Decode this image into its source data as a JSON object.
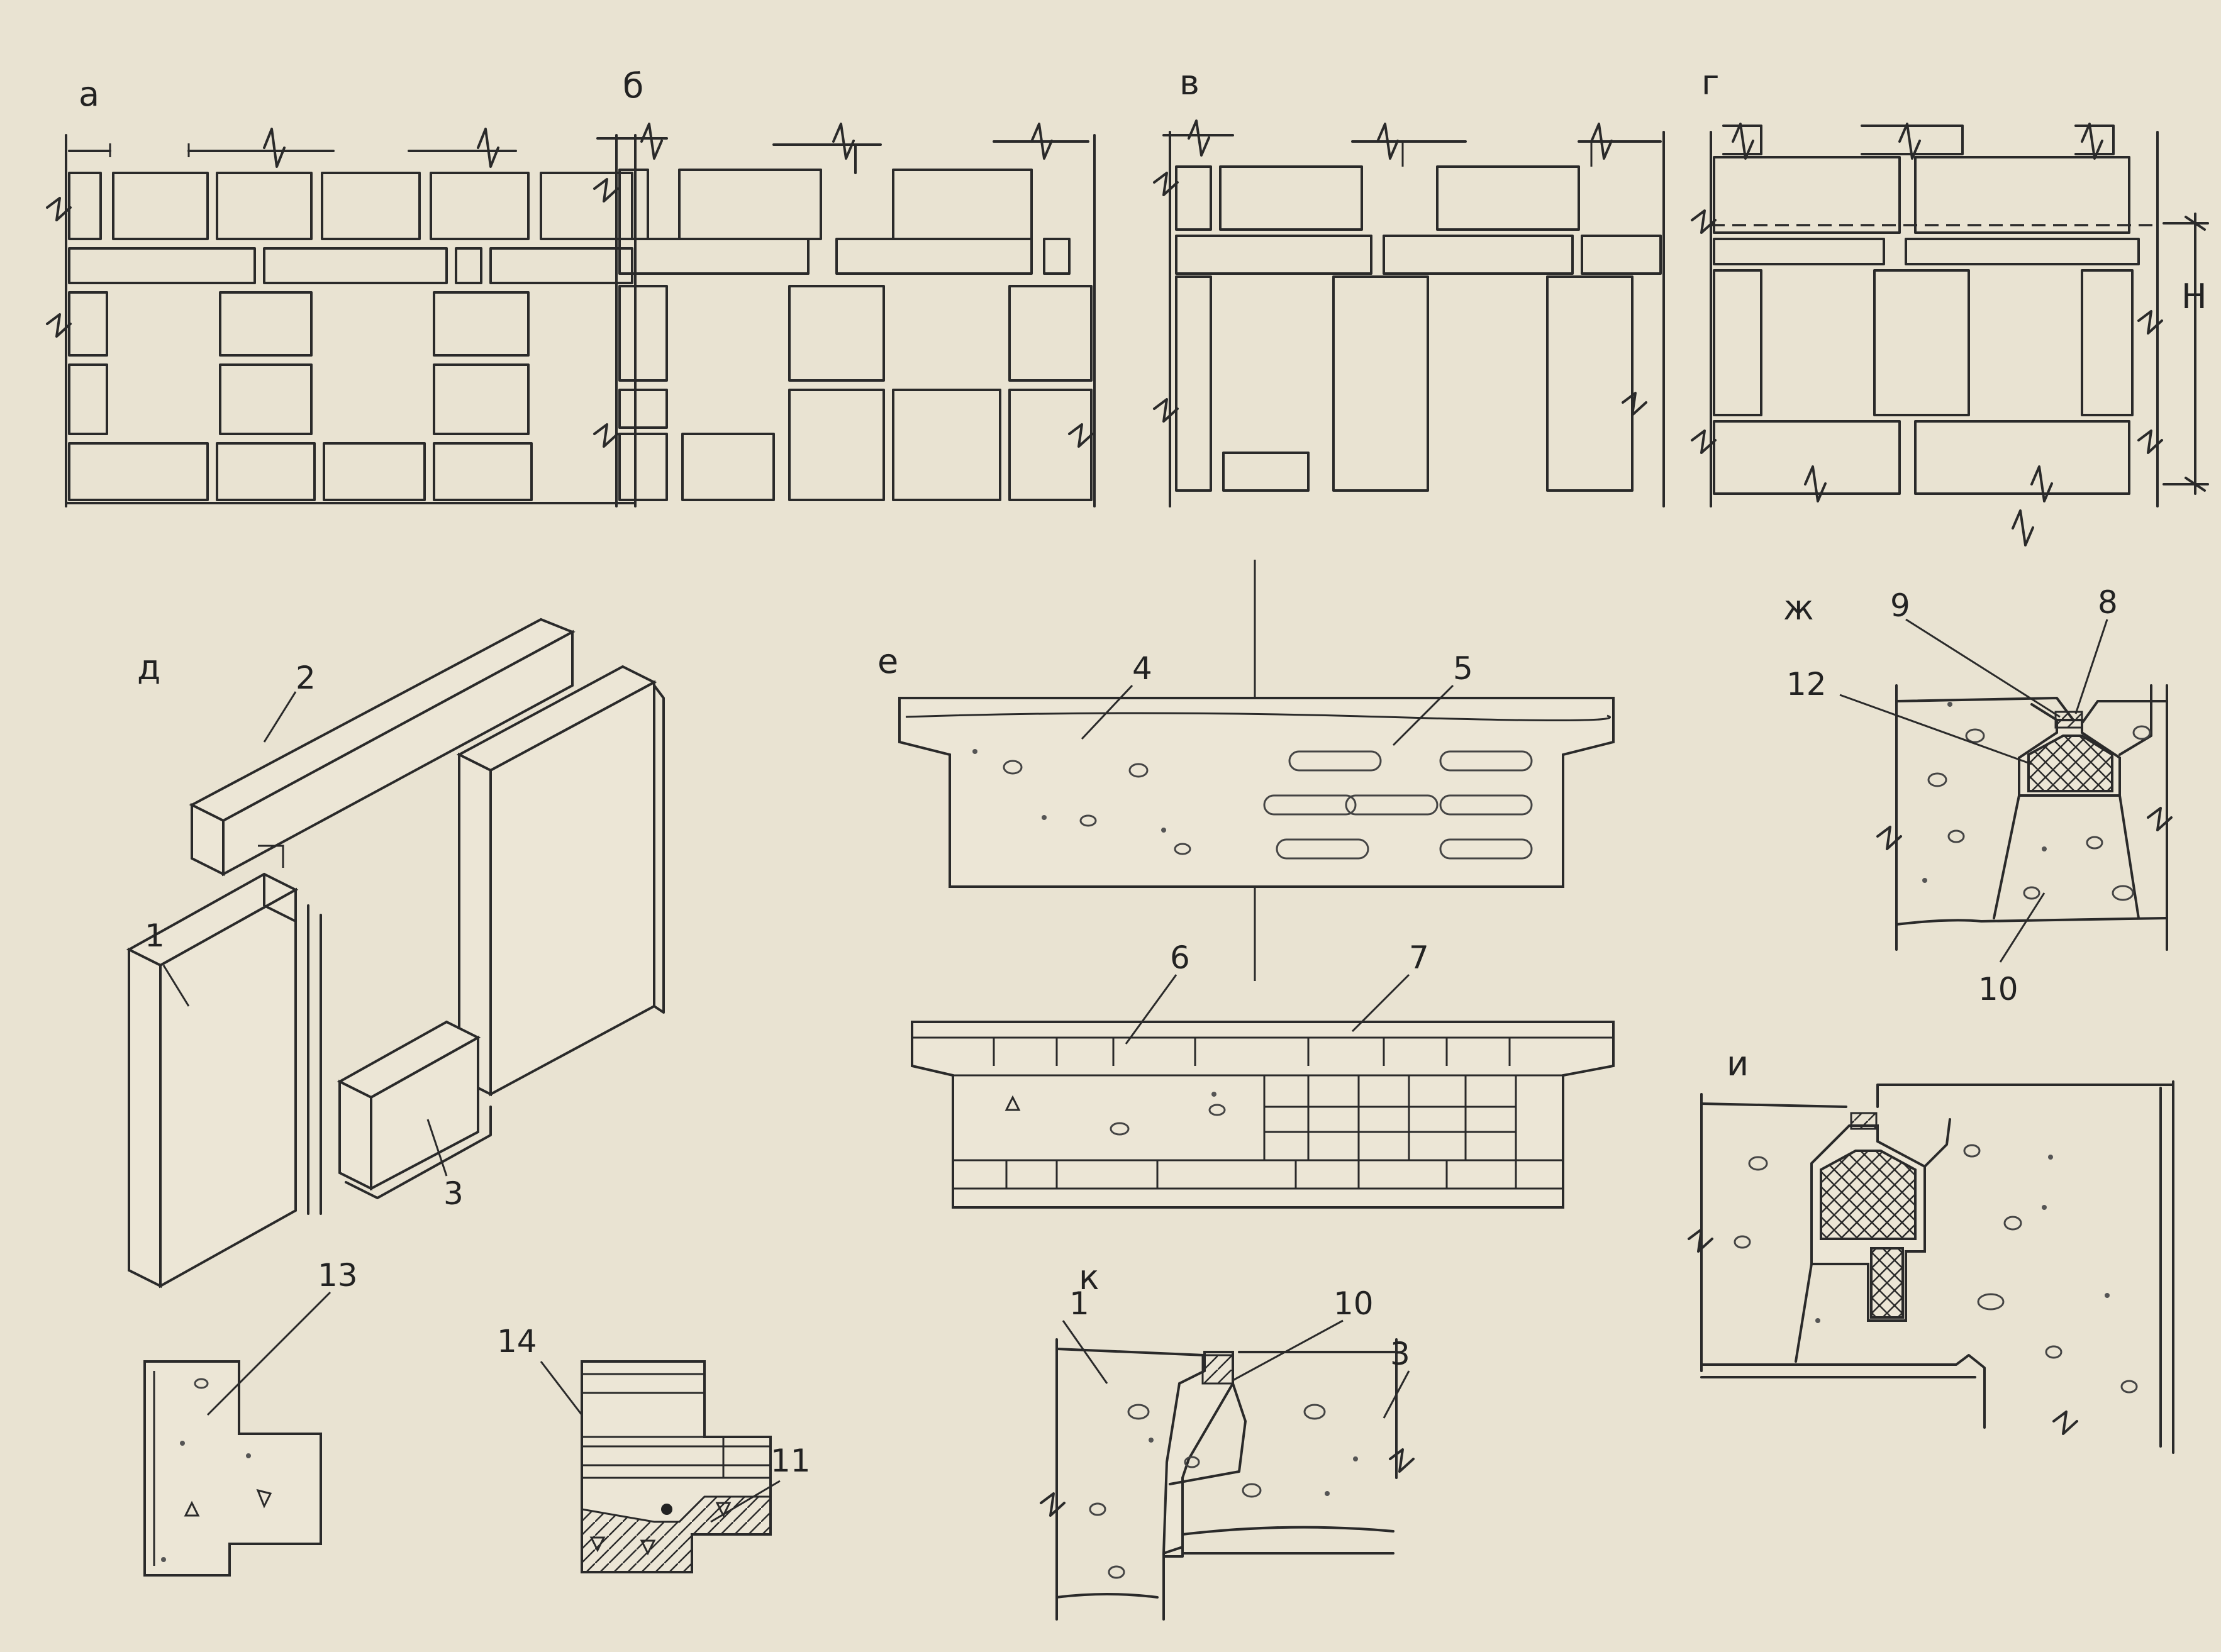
{
  "panels": {
    "a": "а",
    "b": "б",
    "v": "в",
    "g": "г",
    "d": "д",
    "e": "е",
    "zh": "ж",
    "i": "и",
    "k": "к"
  },
  "dimension": "Н",
  "callouts": {
    "n1": "1",
    "n2": "2",
    "n3": "3",
    "n4": "4",
    "n5": "5",
    "n6": "6",
    "n7": "7",
    "n8": "8",
    "n9": "9",
    "n10": "10",
    "n11": "11",
    "n12": "12",
    "n13": "13",
    "n14": "14"
  },
  "colors": {
    "paper": "#e9e3d2",
    "ink": "#2a2a2a"
  }
}
